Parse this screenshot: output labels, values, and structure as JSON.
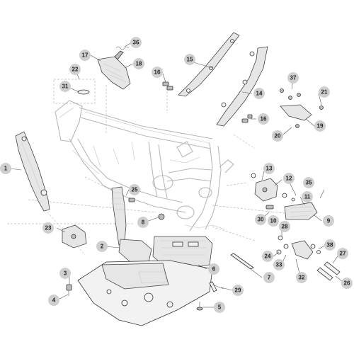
{
  "diagram": {
    "callouts": [
      {
        "id": "c1",
        "label": "1"
      },
      {
        "id": "c2",
        "label": "2"
      },
      {
        "id": "c3",
        "label": "3"
      },
      {
        "id": "c4",
        "label": "4"
      },
      {
        "id": "c5",
        "label": "5"
      },
      {
        "id": "c6",
        "label": "6"
      },
      {
        "id": "c7",
        "label": "7"
      },
      {
        "id": "c8",
        "label": "8"
      },
      {
        "id": "c9",
        "label": "9"
      },
      {
        "id": "c10",
        "label": "10"
      },
      {
        "id": "c11",
        "label": "11"
      },
      {
        "id": "c12",
        "label": "12"
      },
      {
        "id": "c13",
        "label": "13"
      },
      {
        "id": "c14",
        "label": "14"
      },
      {
        "id": "c15",
        "label": "15"
      },
      {
        "id": "c16a",
        "label": "16"
      },
      {
        "id": "c16b",
        "label": "16"
      },
      {
        "id": "c17",
        "label": "17"
      },
      {
        "id": "c18",
        "label": "18"
      },
      {
        "id": "c19",
        "label": "19"
      },
      {
        "id": "c20",
        "label": "20"
      },
      {
        "id": "c21",
        "label": "21"
      },
      {
        "id": "c22",
        "label": "22"
      },
      {
        "id": "c23",
        "label": "23"
      },
      {
        "id": "c24",
        "label": "24"
      },
      {
        "id": "c25",
        "label": "25"
      },
      {
        "id": "c26",
        "label": "26"
      },
      {
        "id": "c27",
        "label": "27"
      },
      {
        "id": "c28",
        "label": "28"
      },
      {
        "id": "c29",
        "label": "29"
      },
      {
        "id": "c30",
        "label": "30"
      },
      {
        "id": "c31",
        "label": "31"
      },
      {
        "id": "c32",
        "label": "32"
      },
      {
        "id": "c33",
        "label": "33"
      },
      {
        "id": "c35",
        "label": "35"
      },
      {
        "id": "c36",
        "label": "36"
      },
      {
        "id": "c37",
        "label": "37"
      },
      {
        "id": "c38",
        "label": "38"
      }
    ]
  }
}
